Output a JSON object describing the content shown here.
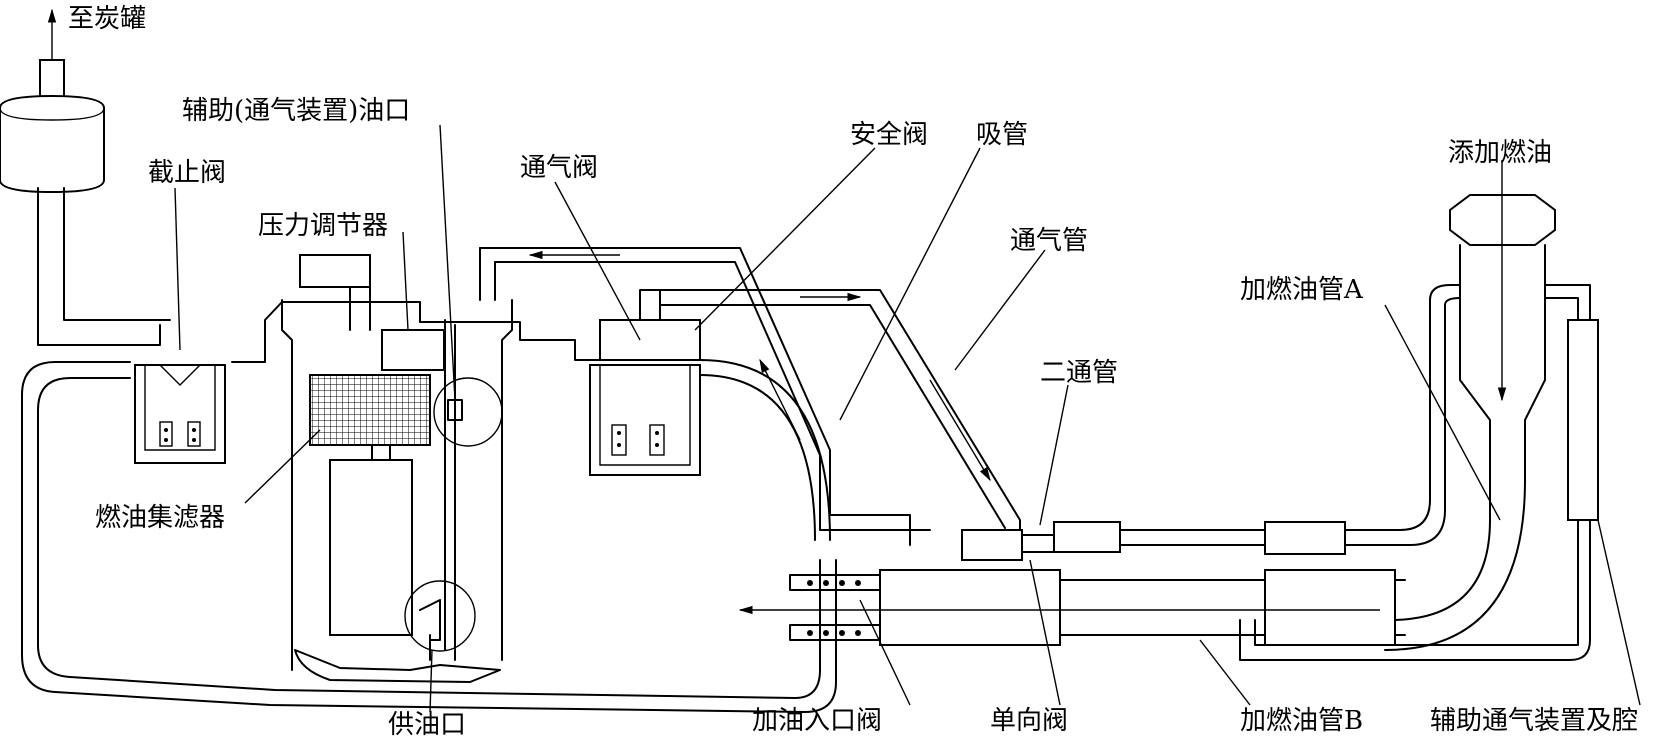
{
  "labels": {
    "to_canister": "至炭罐",
    "aux_vent_port": "辅助(通气装置)油口",
    "shutoff_valve": "截止阀",
    "pressure_regulator": "压力调节器",
    "vent_valve": "通气阀",
    "safety_valve": "安全阀",
    "suction_pipe": "吸管",
    "vent_pipe": "通气管",
    "add_fuel": "添加燃油",
    "filler_pipe_a": "加燃油管A",
    "two_way_pipe": "二通管",
    "fuel_filter": "燃油集滤器",
    "supply_port": "供油口",
    "inlet_valve": "加油入口阀",
    "check_valve": "单向阀",
    "filler_pipe_b": "加燃油管B",
    "aux_vent_device": "辅助通气装置及腔"
  },
  "colors": {
    "line": "#000000",
    "background": "#ffffff"
  }
}
